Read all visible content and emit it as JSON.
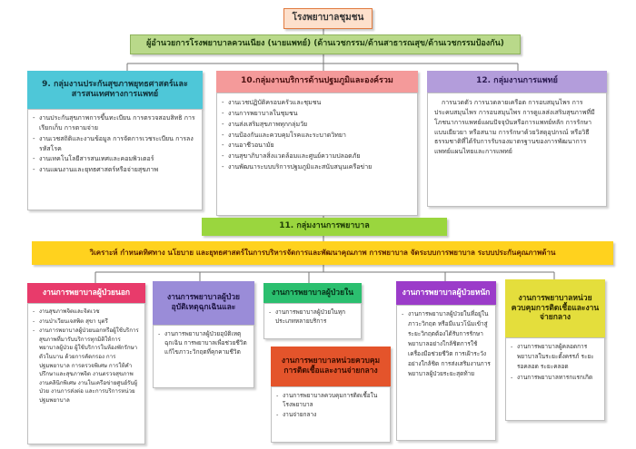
{
  "root": {
    "title": "โรงพยาบาลชุมชน"
  },
  "director": {
    "title": "ผู้อำนวยการโรงพยาบาลควนเนียง (นายแพทย์) (ด้านเวชกรรม/ด้านสาธารณสุข/ด้านเวชกรรมป้องกัน)"
  },
  "groups": [
    {
      "title": "9. กลุ่มงานประกันสุขภาพยุทธศาสตร์และสารสนเทศทางการแพทย์",
      "items": [
        "งานประกันสุขภาพการขึ้นทะเบียน การตรวจสอบสิทธิ การเรียกเก็บ การตามจ่าย",
        "งานเวชสถิติและงานข้อมูล การจัดการเวชระเบียน การลงรหัสโรค",
        "งานเทคโนโลยีสารสนเทศและคอมพิวเตอร์",
        "งานแผนงานและยุทธศาสตร์หรือจ่ายสุขภาพ"
      ]
    },
    {
      "title": "10.กลุ่มงานบริการด้านปฐมภูมิและองค์รวม",
      "items": [
        "งานเวชปฏิบัติครอบครัวและชุมชน",
        "งานการพยาบาลในชุมชน",
        "งานส่งเสริมสุขภาพทุกกลุ่มวัย",
        "งานป้องกันและควบคุมโรคและระบาดวิทยา",
        "งานอาชีวอนามัย",
        "งานสุขาภิบาลสิ่งแวดล้อมและศูนย์ความปลอดภัย",
        "งานพัฒนาระบบบริการปฐมภูมิและสนับสนุนเครือข่าย"
      ]
    },
    {
      "title": "12. กลุ่มงานการแพทย์",
      "text": "การนวดตัว การนวดลายเครือต การอบสมุนไพร การประคบสมุนไพร การอบสมุนไพร การดูแลส่งเสริมสุขภาพที่มีโภชนาการแพทย์แผนปัจจุบันหรือการแพทย์หลัก การรักษาแบบเยียวยา หรือสนาม การรักษาด้วยวิสดุอุปกรณ์ หรือวิธีธรรมชาติที่ได้รับการรับรองมาตรฐานของการพัฒนาการแพทย์แผนไทยและการแพทย์"
    }
  ],
  "nursing": {
    "title": "11. กลุ่มงานการพยาบาล",
    "mission": "วิเคราะห์ กำหนดทิศทาง นโยบาย และยุทธศาสตร์ในการบริหารจัดการและพัฒนาคุณภาพ การพยาบาล จัดระบบการพยาบาล ระบบประกันคุณภาพด้าน"
  },
  "units": [
    {
      "title": "งานการพยาบาลผู้ป่วยนอก",
      "items": [
        "งานสุขภาพจิตและจิตเวช",
        "งานป่าเวียนเจสพิต สุขา บุตรี",
        "งานการพยาบาลผู้ป่วยนอกหรือผู้ใช้บริการสุขภาพที่มารับบริการทุกมิติให้การพยาบาลผู้ป่วย ผู้ใช้บริการในห้องพักรักษาตัวในบาน ด้วยการคัดกรอง การปฐมพยาบาล การตรวจพิเศษ การให้คำปรึกษาและสุขภาพจิต งานตรวจสุขภาพ งานคลินิกพิเศษ งานในเครือข่ายศูนย์รับผู้ป่วย งานการส่งต่อ และการบริการหน่วยปฐมพยาบาล"
      ]
    },
    {
      "title": "งานการพยาบาลผู้ป่วยอุบัติเหตุฉุกเฉินและ",
      "items": [
        "งานการพยาบาลผู้ป่วยอุบัติเหตุฉุกเฉิน การพยาบาลเพื่อช่วยชีวิต แก้ไขภาวะวิกฤตที่คุกคามชีวิต"
      ]
    },
    {
      "title": "งานการพยาบาลผู้ป่วยใน",
      "items": [
        "งานการพยาบาลผู้ป่วยในทุกประเภทหลายบริการ"
      ]
    },
    {
      "title": "งานการพยาบาลหน่วยควบคุมการติดเชื้อและงานจ่ายกลาง",
      "items": [
        "งานการพยาบาลควบคุมการติดเชื้อในโรงพยาบาล",
        "งานจ่ายกลาง"
      ]
    },
    {
      "title": "งานการพยาบาลผู้ป่วยหนัก",
      "items": [
        "งานการพยาบาลผู้ป่วยในที่อยู่ในภาวะวิกฤต หรือมีแนวโน้มเข้าสู่ระยะวิกฤตต้องได้รับการรักษาพยาบาลอย่างใกล้ชิดการใช้เครื่องมือช่วยชีวิต การเฝ้าระวังอย่างใกล้ชิด การส่งเสริมงานการพยาบาลผู้ป่วยระยะสุดท้าย"
      ]
    },
    {
      "title": "งานการพยาบาลหน่วยควบคุมการติดเชื้อและงานจ่ายกลาง",
      "items": [
        "งานการพยาบาลผู้คลอดการพยาบาลในระยะตั้งครรภ์ ระยะรอคลอด ระยะคลอด",
        "งานการพยาบาลทารกแรกเกิด"
      ]
    }
  ],
  "colors": {
    "root_border": "#e07a3f",
    "director_bg": "#b9d98a",
    "g9_bg": "#4ec7d8",
    "g10_bg": "#f49a9a",
    "g12_bg": "#b39ddb",
    "nursing_bg": "#9ad63e",
    "mission_bg": "#ffd21e",
    "outpatient_bg": "#e83b6b",
    "emergency_bg": "#9a8cd8",
    "inpatient_bg": "#2bbf6f",
    "infection_bg": "#e4542b",
    "icu_bg": "#9b3cc9",
    "delivery_bg": "#e4de3c",
    "line": "#777777"
  }
}
